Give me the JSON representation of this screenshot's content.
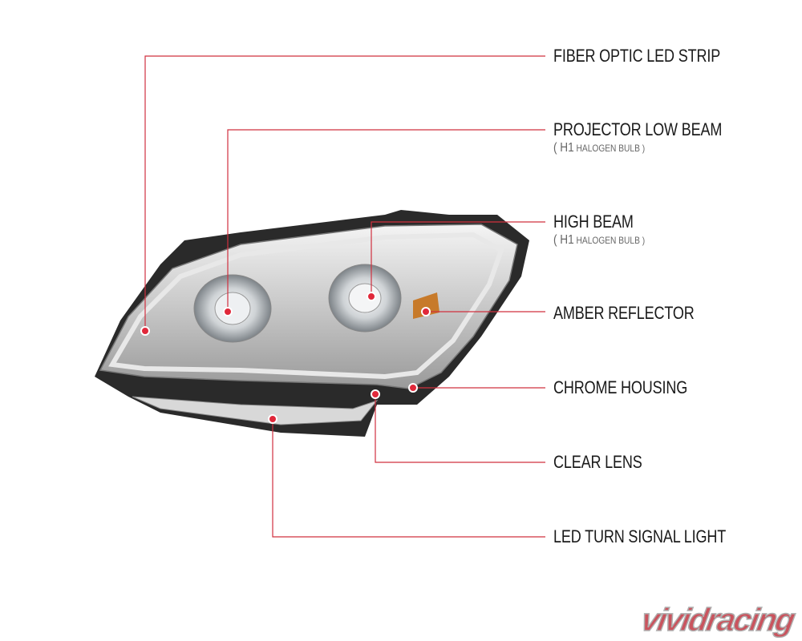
{
  "callouts": [
    {
      "label": "FIBER OPTIC LED STRIP"
    },
    {
      "label": "PROJECTOR LOW BEAM",
      "sub_prefix": "( H1",
      "sub_text": "HALOGEN BULB )"
    },
    {
      "label": "HIGH BEAM",
      "sub_prefix": "( H1",
      "sub_text": "HALOGEN BULB )"
    },
    {
      "label": "AMBER REFLECTOR"
    },
    {
      "label": "CHROME HOUSING"
    },
    {
      "label": "CLEAR LENS"
    },
    {
      "label": "LED TURN SIGNAL LIGHT"
    }
  ],
  "colors": {
    "callout_line": "#d0303f",
    "logo": "#c9545e"
  },
  "logo": "vividracing"
}
